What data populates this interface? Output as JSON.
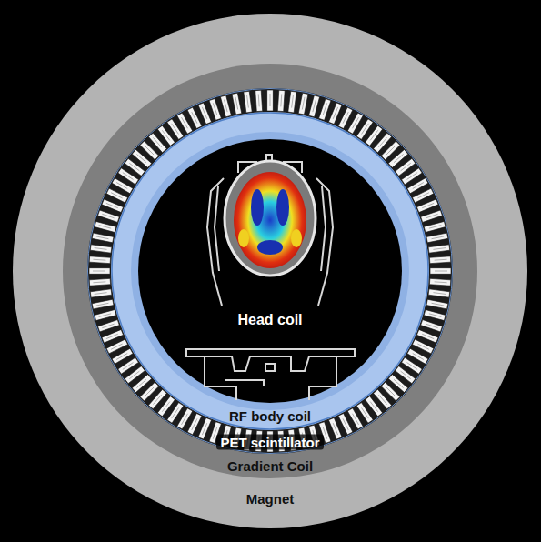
{
  "diagram": {
    "nodes": [
      {
        "text": [
          "Magnet"
        ]
      },
      {
        "text": [
          "Gradient Coil"
        ],
        "in": 0
      },
      {
        "text": [
          "PET scintillator"
        ],
        "in": 1
      },
      {
        "text": [
          "RF body coil"
        ],
        "in": 2
      },
      {
        "text": [
          "Head coil"
        ],
        "in": 3
      }
    ]
  }
}
